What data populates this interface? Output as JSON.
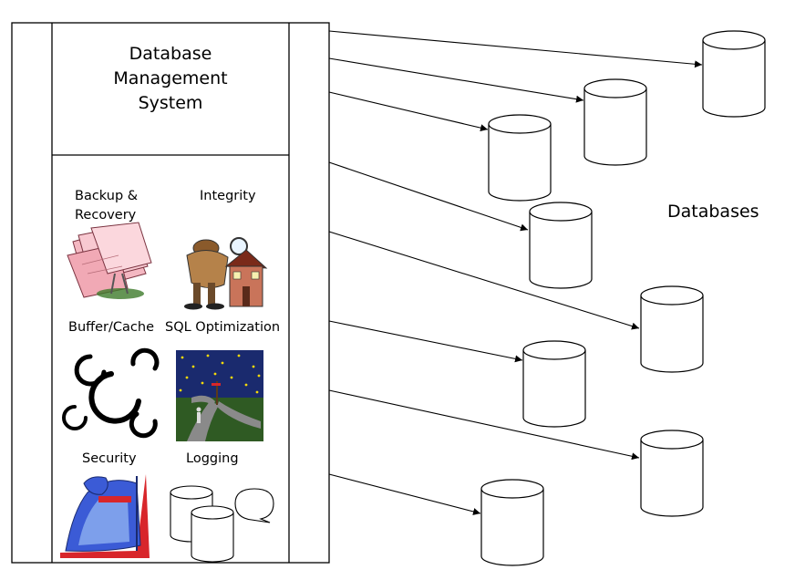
{
  "dbms": {
    "title_lines": [
      "Database",
      "Management",
      "System"
    ]
  },
  "components": {
    "backup_recovery_lines": [
      "Backup &",
      "Recovery"
    ],
    "integrity": "Integrity",
    "buffer_cache": "Buffer/Cache",
    "sql_optimization": "SQL Optimization",
    "security": "Security",
    "logging": "Logging"
  },
  "databases_label": "Databases",
  "colors": {
    "line": "#000000",
    "night_sky": "#1a2a6e",
    "grass": "#2f5a23",
    "security_red": "#d8262b",
    "security_blue": "#3b5bd6"
  }
}
